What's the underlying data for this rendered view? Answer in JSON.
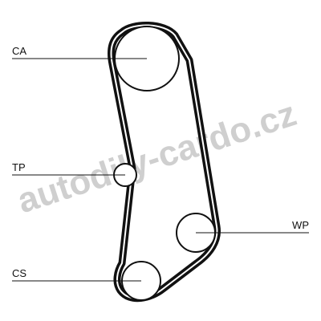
{
  "labels": {
    "camshaft": "CA",
    "tensioner": "TP",
    "water_pump": "WP",
    "crankshaft": "CS"
  },
  "watermark": {
    "text": "autodily-cardo.cz"
  },
  "colors": {
    "belt": "#111111",
    "pulley_stroke": "#111111",
    "pulley_fill": "#ffffff",
    "label_text": "#111111",
    "leader_line": "#111111",
    "watermark": "#cfcfcf"
  }
}
